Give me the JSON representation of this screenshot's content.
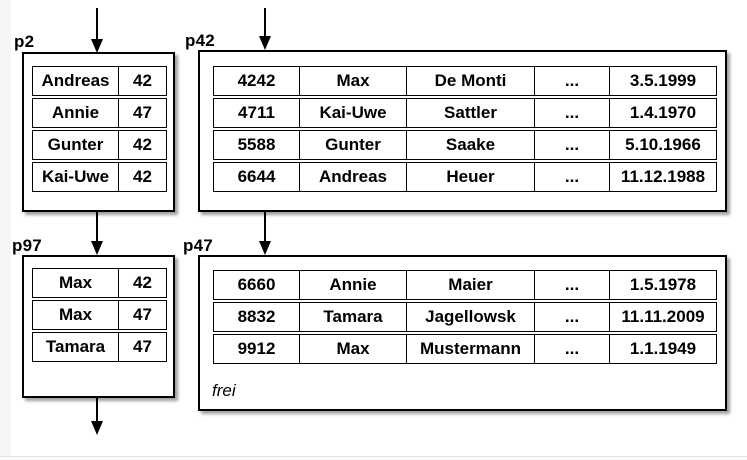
{
  "pages": [
    {
      "label": "p2",
      "kind": "index-page",
      "rows": [
        [
          "Andreas",
          "42"
        ],
        [
          "Annie",
          "47"
        ],
        [
          "Gunter",
          "42"
        ],
        [
          "Kai-Uwe",
          "42"
        ]
      ]
    },
    {
      "label": "p42",
      "kind": "data-page",
      "rows": [
        [
          "4242",
          "Max",
          "De Monti",
          "...",
          "3.5.1999"
        ],
        [
          "4711",
          "Kai-Uwe",
          "Sattler",
          "...",
          "1.4.1970"
        ],
        [
          "5588",
          "Gunter",
          "Saake",
          "...",
          "5.10.1966"
        ],
        [
          "6644",
          "Andreas",
          "Heuer",
          "...",
          "11.12.1988"
        ]
      ]
    },
    {
      "label": "p97",
      "kind": "index-page",
      "rows": [
        [
          "Max",
          "42"
        ],
        [
          "Max",
          "47"
        ],
        [
          "Tamara",
          "47"
        ]
      ]
    },
    {
      "label": "p47",
      "kind": "data-page",
      "rows": [
        [
          "6660",
          "Annie",
          "Maier",
          "...",
          "1.5.1978"
        ],
        [
          "8832",
          "Tamara",
          "Jagellowsk",
          "...",
          "11.11.2009"
        ],
        [
          "9912",
          "Max",
          "Mustermann",
          "...",
          "1.1.1949"
        ]
      ],
      "free_label": "frei"
    }
  ],
  "colors": {
    "border": "#000000",
    "page_background": "#ffffff",
    "box_shadow": "rgba(0,0,0,0.38)",
    "left_strip": "#f6f6f6",
    "bottom_line": "#e2e2e2"
  }
}
